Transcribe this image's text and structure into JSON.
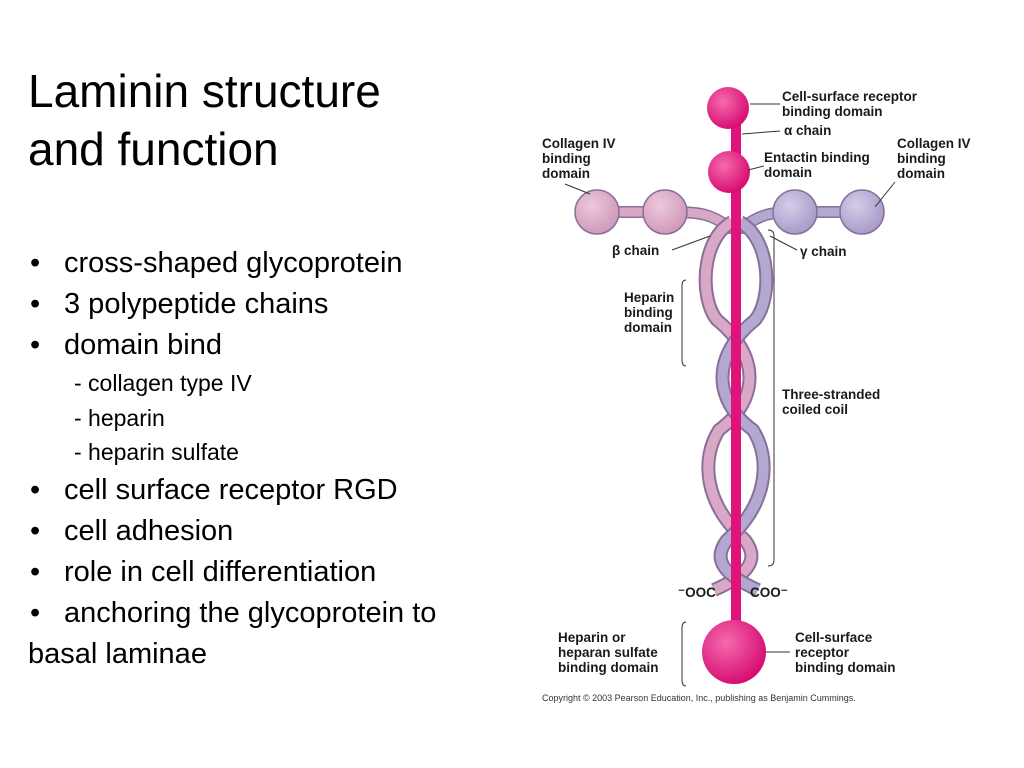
{
  "slide": {
    "title_lines": [
      "Laminin structure",
      "and function"
    ],
    "bullet_char": "•",
    "bullets": [
      {
        "text": "cross-shaped glycoprotein",
        "level": 1
      },
      {
        "text": "3 polypeptide chains",
        "level": 1
      },
      {
        "text": "domain bind",
        "level": 1
      },
      {
        "text": "- collagen type IV",
        "level": 2
      },
      {
        "text": "- heparin",
        "level": 2
      },
      {
        "text": "- heparin sulfate",
        "level": 2
      },
      {
        "text": "cell surface receptor RGD",
        "level": 1
      },
      {
        "text": "cell adhesion",
        "level": 1
      },
      {
        "text": "role in cell differentiation",
        "level": 1
      },
      {
        "text": "anchoring the glycoprotein to",
        "level": 1
      },
      {
        "text": "basal laminae",
        "level": 0
      }
    ]
  },
  "diagram": {
    "labels": {
      "cell_receptor_top": [
        "Cell-surface receptor",
        "binding domain"
      ],
      "alpha_chain": "α chain",
      "collagen_left": [
        "Collagen IV",
        "binding",
        "domain"
      ],
      "collagen_right": [
        "Collagen IV",
        "binding",
        "domain"
      ],
      "entactin": [
        "Entactin binding",
        "domain"
      ],
      "beta_chain": "β chain",
      "gamma_chain": "γ chain",
      "heparin": [
        "Heparin",
        "binding",
        "domain"
      ],
      "coiled_coil": [
        "Three-stranded",
        "coiled coil"
      ],
      "ooc": "⁻OOC",
      "coo": "COO⁻",
      "heparin_sulfate": [
        "Heparin or",
        "heparan sulfate",
        "binding domain"
      ],
      "cell_receptor_bottom": [
        "Cell-surface",
        "receptor",
        "binding domain"
      ]
    },
    "copyright": "Copyright © 2003 Pearson Education, Inc., publishing as Benjamin Cummings.",
    "colors": {
      "alpha": "#e0137a",
      "beta": "#d9a8c6",
      "gamma": "#b3a8d2",
      "outline": "#8a6f99"
    }
  }
}
